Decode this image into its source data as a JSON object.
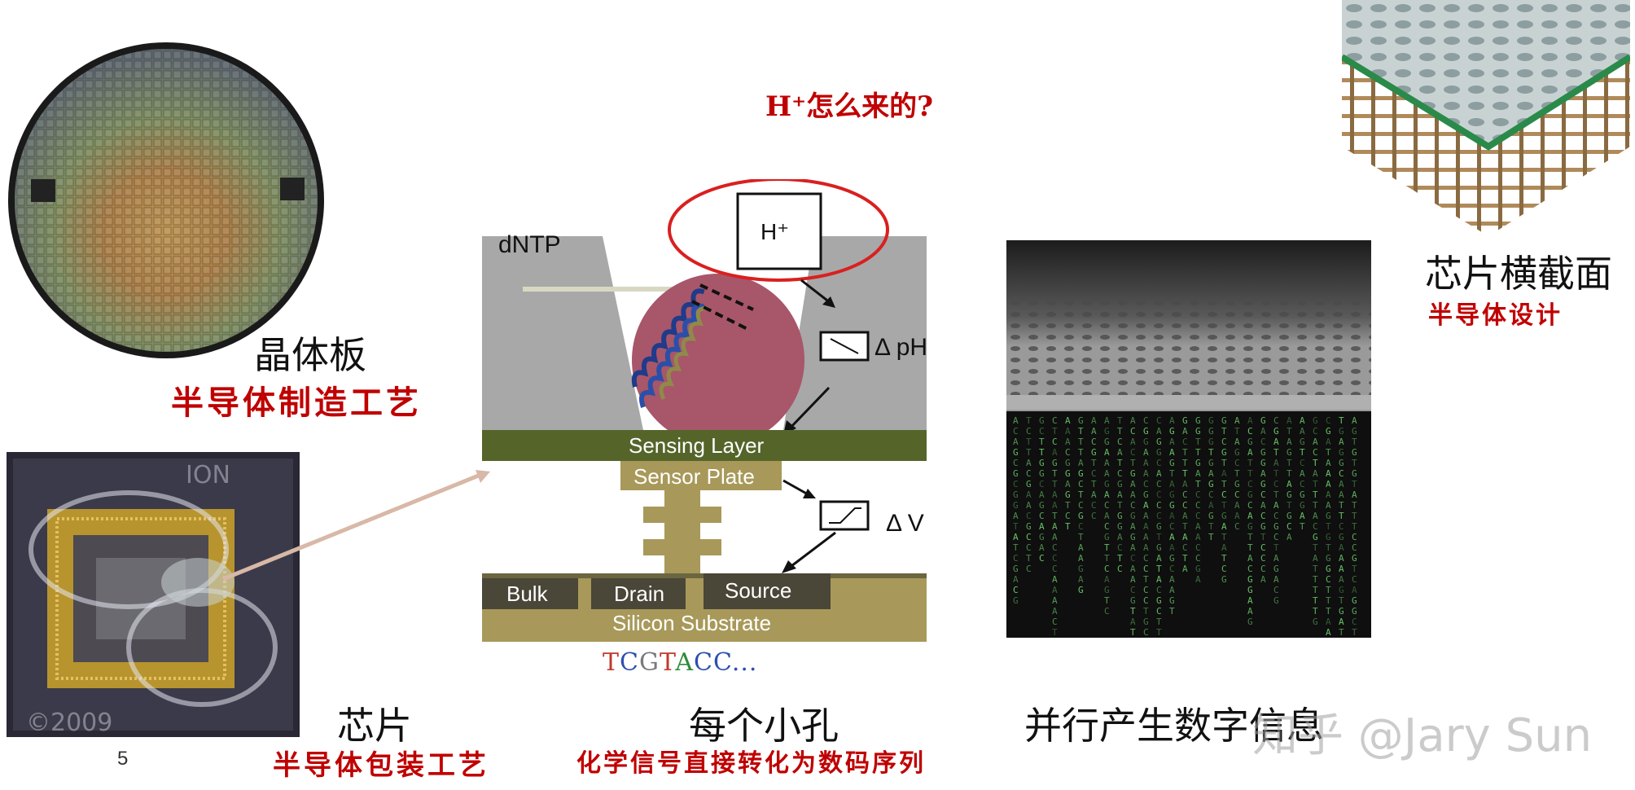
{
  "slide": {
    "page_number": "5",
    "watermark": "知乎 @Jary Sun"
  },
  "question": "H⁺怎么来的?",
  "wafer": {
    "title": "晶体板",
    "subtitle": "半导体制造工艺"
  },
  "chip": {
    "title": "芯片",
    "subtitle": "半导体包装工艺",
    "photo_text_ion": "ION",
    "photo_text_year": "©2009"
  },
  "well": {
    "title": "每个小孔",
    "subtitle": "化学信号直接转化为数码序列"
  },
  "parallel": {
    "title": "并行产生数字信息"
  },
  "cross_section": {
    "title": "芯片横截面",
    "subtitle": "半导体设计"
  },
  "diagram": {
    "dntp": "dNTP",
    "h_plus": "H⁺",
    "delta_ph": "Δ pH",
    "delta_v": "Δ V",
    "sensing_layer": "Sensing Layer",
    "sensor_plate": "Sensor Plate",
    "bulk": "Bulk",
    "drain": "Drain",
    "source": "Source",
    "silicon_substrate": "Silicon Substrate",
    "sequence": [
      {
        "ch": "T",
        "color": "#c0392b"
      },
      {
        "ch": "C",
        "color": "#2e4fb0"
      },
      {
        "ch": "G",
        "color": "#7a7a7a"
      },
      {
        "ch": "T",
        "color": "#c0392b"
      },
      {
        "ch": "A",
        "color": "#2e8b3a"
      },
      {
        "ch": "C",
        "color": "#2e4fb0"
      },
      {
        "ch": "C",
        "color": "#2e4fb0"
      },
      {
        "ch": "...",
        "color": "#2e4fb0"
      }
    ]
  },
  "colors": {
    "caption_red": "#c00000",
    "sensing_layer": "#55652a",
    "substrate": "#a8995a",
    "well_gray": "#a8a8a8",
    "bead": "#a8566a"
  }
}
